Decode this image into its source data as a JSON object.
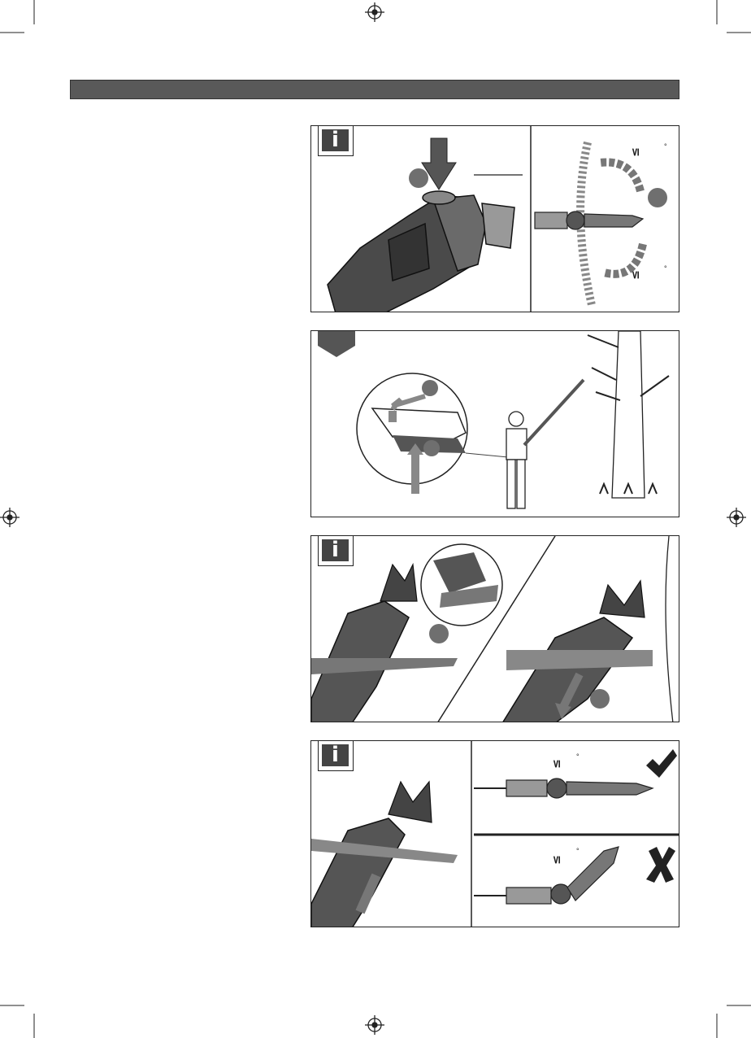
{
  "page": {
    "title_bar_color": "#595959"
  },
  "panels": {
    "panel1": {
      "badge": "i",
      "angle_symbol_top": "≤",
      "angle_symbol_bottom": "≤",
      "degree_top": "°",
      "degree_bottom": "°"
    },
    "panel2": {
      "badge_shape": "down-arrow-tab"
    },
    "panel3": {
      "badge": "i"
    },
    "panel4": {
      "badge": "i",
      "angle_symbol_ok": "≤",
      "angle_symbol_bad": "≤",
      "degree_ok": "°",
      "degree_bad": "°",
      "ok_mark_icon": "check-icon",
      "bad_mark_icon": "cross-icon"
    }
  },
  "icons": {
    "registration_mark": "crosshair-circle-icon"
  }
}
